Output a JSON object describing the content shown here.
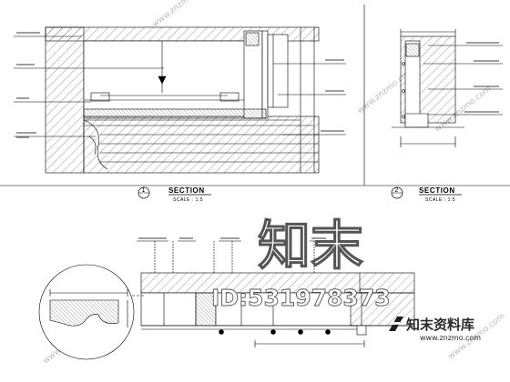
{
  "sections": [
    {
      "number": "1",
      "title": "SECTION",
      "scale": "SCALE : 1:5"
    },
    {
      "number": "2",
      "title": "SECTION",
      "scale": "SCALE : 1:5"
    }
  ],
  "watermark": {
    "site_glyphs": "知末",
    "id": "ID:531978373",
    "brand": "知末资料库",
    "url": "www.znzmo.com",
    "diagonal": "www.znzmo.com"
  },
  "colors": {
    "line": "#000000",
    "background": "#ffffff",
    "logo": "#1e1e1e"
  }
}
